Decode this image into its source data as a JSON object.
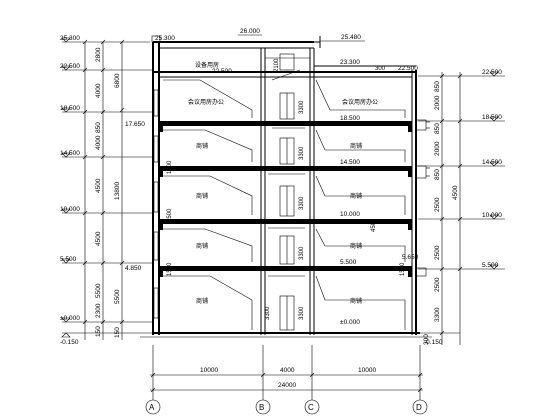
{
  "drawing": {
    "elevation_levels_left": [
      "25.300",
      "22.500",
      "18.500",
      "14.500",
      "10.000",
      "5.500",
      "±0.000",
      "-0.150"
    ],
    "segment_dims_left": [
      "2800",
      "4000",
      "850",
      "4000",
      "4500",
      "4500",
      "5500",
      "2300",
      "150"
    ],
    "total_dims_left": [
      "6800",
      "13800",
      "5500",
      "150"
    ],
    "elevation_levels_right": [
      "22.500",
      "18.500",
      "14.500",
      "10.000",
      "5.500"
    ],
    "segment_dims_right": [
      "850",
      "2000",
      "850",
      "2000",
      "850",
      "2500",
      "4500",
      "2500",
      "2500",
      "3300",
      "300"
    ],
    "ground_mark_right": "-0.150",
    "top_labels": {
      "top_level": "26.000",
      "stair_roof": "25.480",
      "parapet": "25.300",
      "roof_left": "22.500",
      "roof_mid": "23.300",
      "roof_right": "22.500",
      "roof_dim_a": "300",
      "stair_dim": "2100"
    },
    "floor_labels": {
      "f5_right": "18.500",
      "f4_left": "17.650",
      "f4_right": "14.500",
      "f3_right": "10.000",
      "f2_left": "4.850",
      "f2_right": "5.500",
      "f2_right2": "5.650",
      "f1_right": "±0.000",
      "sill_a": "1500",
      "sill_b": "1500",
      "sill_c": "1500",
      "sill_d": "450",
      "sill_e": "1500",
      "mid_a": "3300",
      "mid_b": "3300",
      "mid_c": "3300",
      "mid_d": "3300",
      "mid_e": "3300",
      "mid_f": "3300"
    },
    "room_labels": [
      "设备用房",
      "会议用房办公",
      "会议用房办公",
      "商铺",
      "商铺",
      "商铺",
      "商铺",
      "商铺",
      "商铺",
      "商铺",
      "商铺"
    ],
    "bay_dims": [
      "10000",
      "4000",
      "10000"
    ],
    "total_width": "24000",
    "axes": [
      "A",
      "B",
      "C",
      "D"
    ]
  }
}
